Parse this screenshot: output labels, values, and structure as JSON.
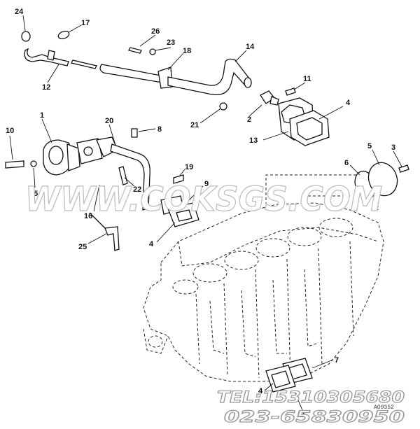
{
  "callouts": [
    {
      "id": "c24",
      "label": "24"
    },
    {
      "id": "c17",
      "label": "17"
    },
    {
      "id": "c26",
      "label": "26"
    },
    {
      "id": "c23",
      "label": "23"
    },
    {
      "id": "c18",
      "label": "18"
    },
    {
      "id": "c14",
      "label": "14"
    },
    {
      "id": "c12",
      "label": "12"
    },
    {
      "id": "c11a",
      "label": "11"
    },
    {
      "id": "c1",
      "label": "1"
    },
    {
      "id": "c20",
      "label": "20"
    },
    {
      "id": "c8",
      "label": "8"
    },
    {
      "id": "c21",
      "label": "21"
    },
    {
      "id": "c2",
      "label": "2"
    },
    {
      "id": "c4a",
      "label": "4"
    },
    {
      "id": "c13",
      "label": "13"
    },
    {
      "id": "c10",
      "label": "10"
    },
    {
      "id": "c5",
      "label": "5"
    },
    {
      "id": "c3",
      "label": "3"
    },
    {
      "id": "c6",
      "label": "6"
    },
    {
      "id": "c19",
      "label": "19"
    },
    {
      "id": "c9",
      "label": "9"
    },
    {
      "id": "c15",
      "label": "15"
    },
    {
      "id": "c22",
      "label": "22"
    },
    {
      "id": "c16",
      "label": "16"
    },
    {
      "id": "c4b",
      "label": "4"
    },
    {
      "id": "c25",
      "label": "25"
    },
    {
      "id": "c7",
      "label": "7"
    },
    {
      "id": "c4c",
      "label": "4"
    },
    {
      "id": "c11b",
      "label": "11"
    }
  ],
  "watermark": "WWW.COKSGS.COM",
  "contact": {
    "tel": "TEL:15310305680",
    "phone": "023-65830950"
  },
  "figure_code": "AO9352"
}
